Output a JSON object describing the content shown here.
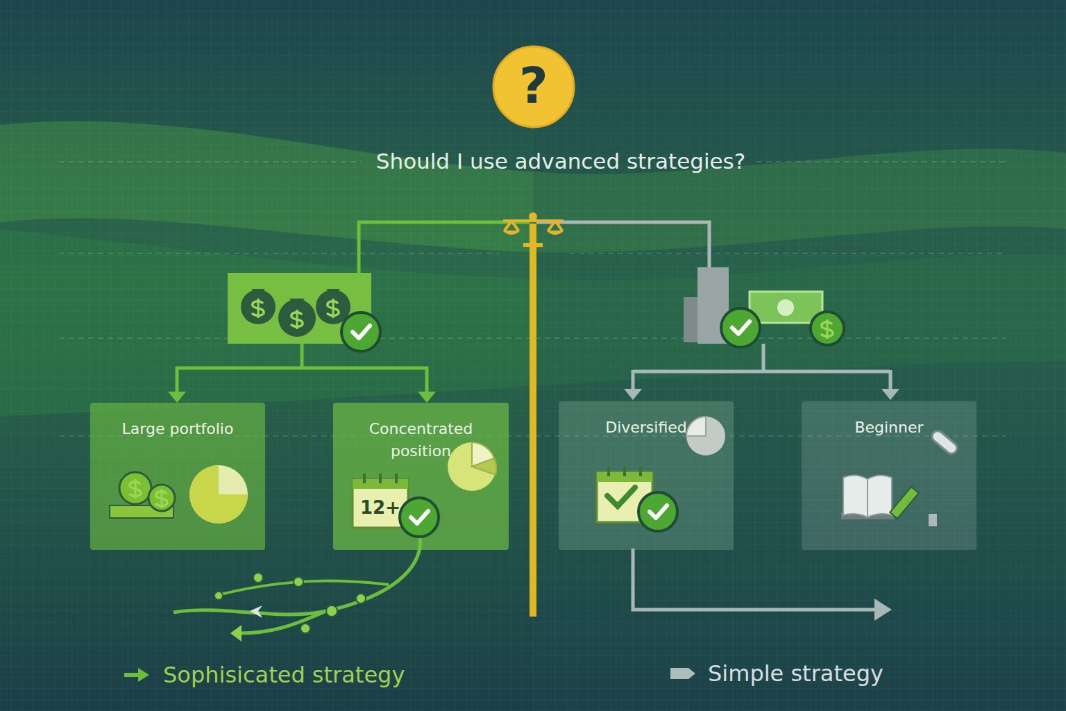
{
  "diagram": {
    "title": "Should I use advanced strategies?",
    "nodes": [
      {
        "text": [
          "Large portfolio"
        ]
      },
      {
        "text": [
          "Concentrated position"
        ]
      },
      {
        "text": [
          "Diversified"
        ]
      },
      {
        "text": [
          "Beginner"
        ]
      }
    ],
    "labels": [
      "?",
      "12+"
    ],
    "legend": [
      {
        "text": "Sophisicated strategy"
      },
      {
        "text": "Simple strategy"
      }
    ]
  }
}
